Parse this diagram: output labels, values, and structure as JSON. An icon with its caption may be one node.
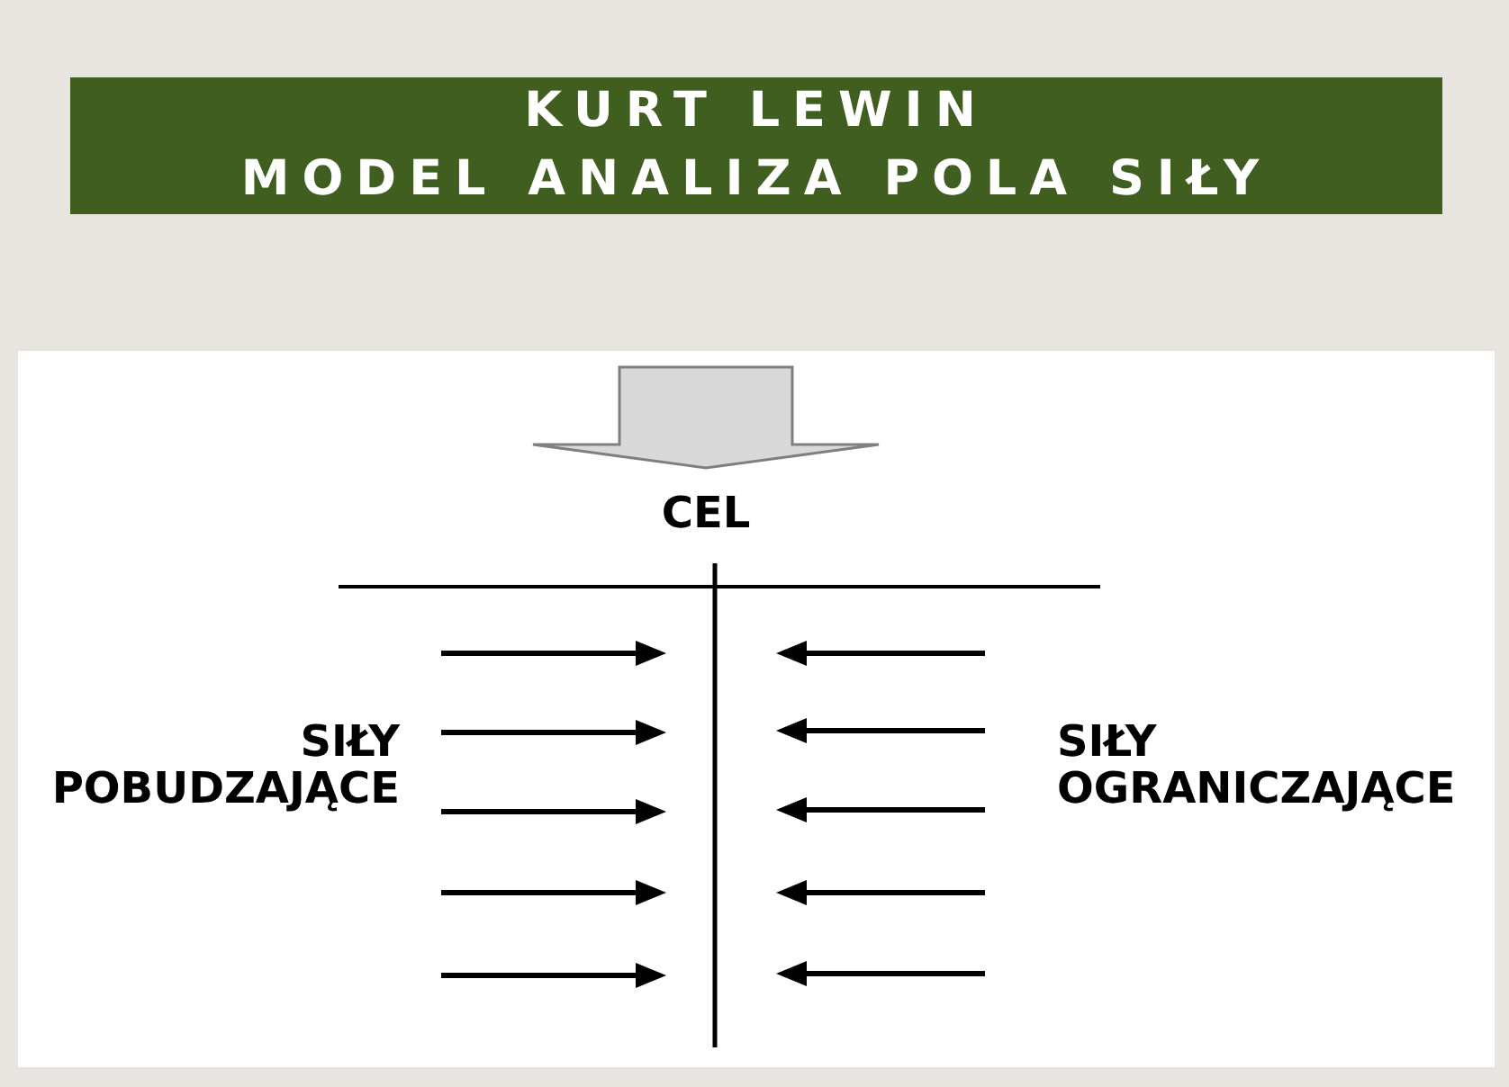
{
  "diagram": {
    "title": "KURT LEWIN MODEL ANALIZA POLA SIŁY",
    "labels": [
      "CEL",
      "SIŁY POBUDZAJĄCE",
      "SIŁY OGRANICZAJĄCE"
    ]
  }
}
